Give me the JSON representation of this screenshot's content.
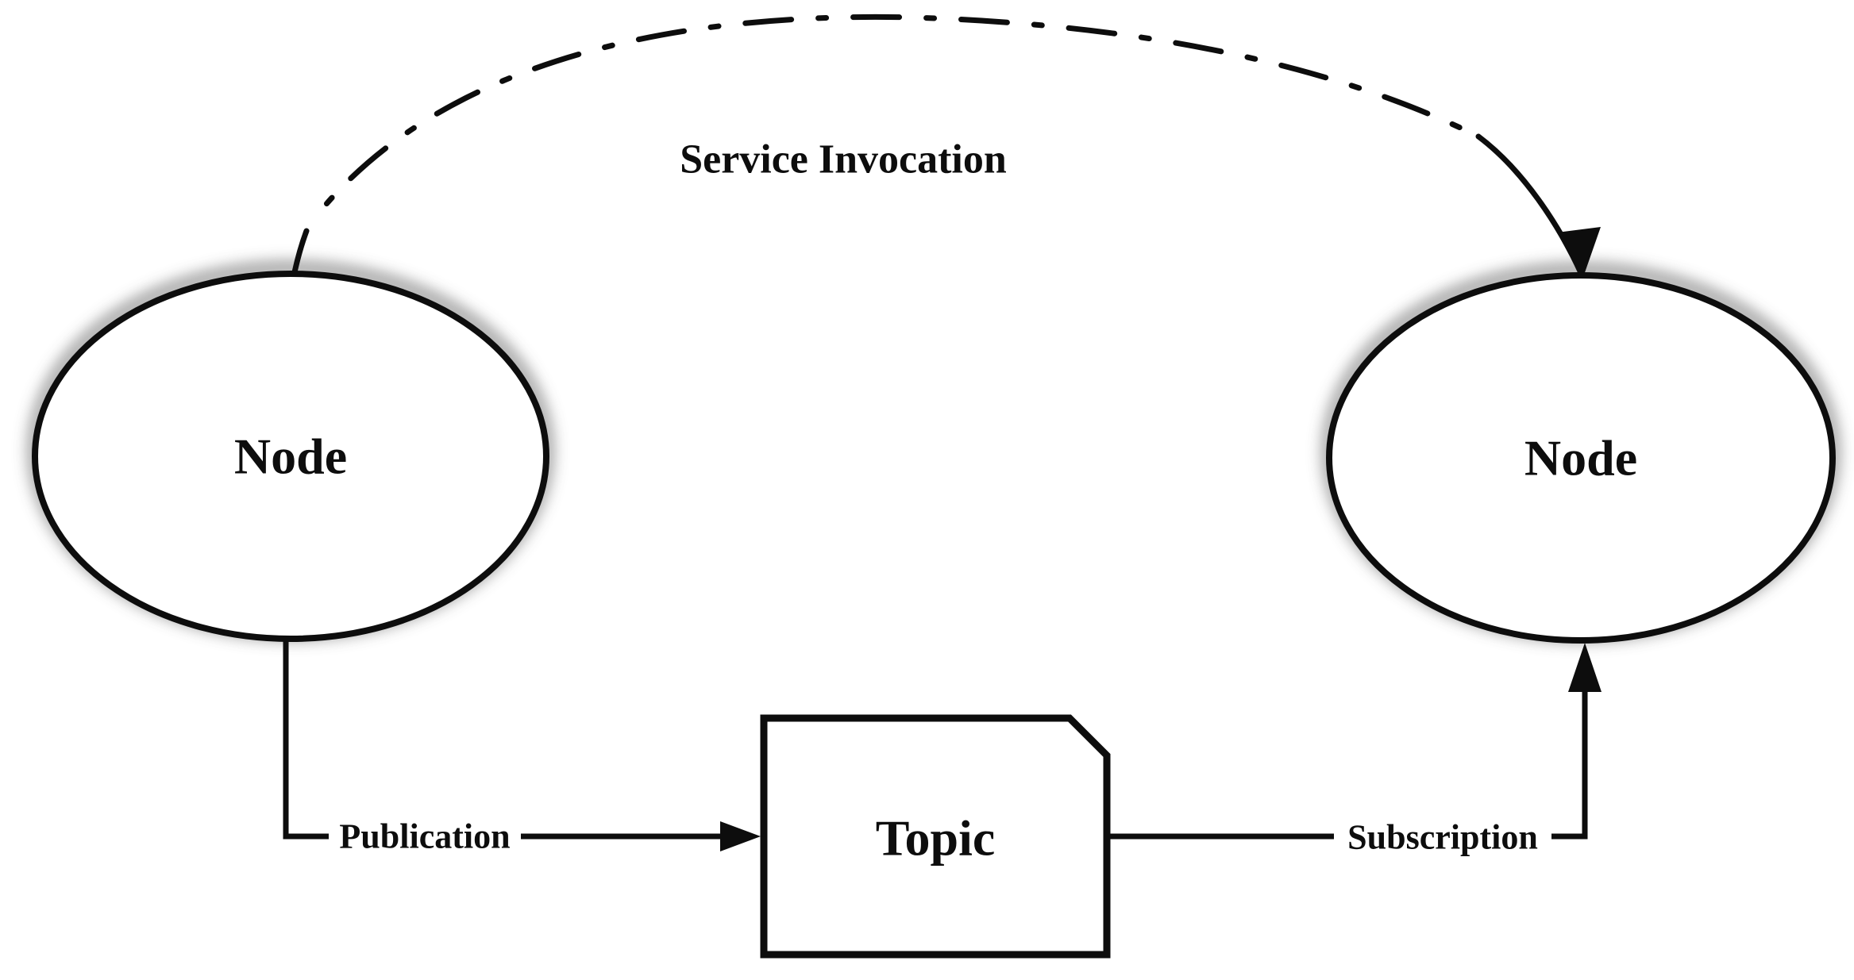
{
  "diagram": {
    "type": "ros-publish-subscribe-diagram",
    "nodes": {
      "left": {
        "label": "Node"
      },
      "right": {
        "label": "Node"
      }
    },
    "topic": {
      "label": "Topic"
    },
    "edges": {
      "publication": {
        "label": "Publication"
      },
      "subscription": {
        "label": "Subscription"
      },
      "service_invocation": {
        "label": "Service Invocation"
      }
    },
    "colors": {
      "background": "#ffffff",
      "line": "#0d0d0d",
      "text": "#0d0d0d",
      "shadow": "#555555"
    }
  }
}
